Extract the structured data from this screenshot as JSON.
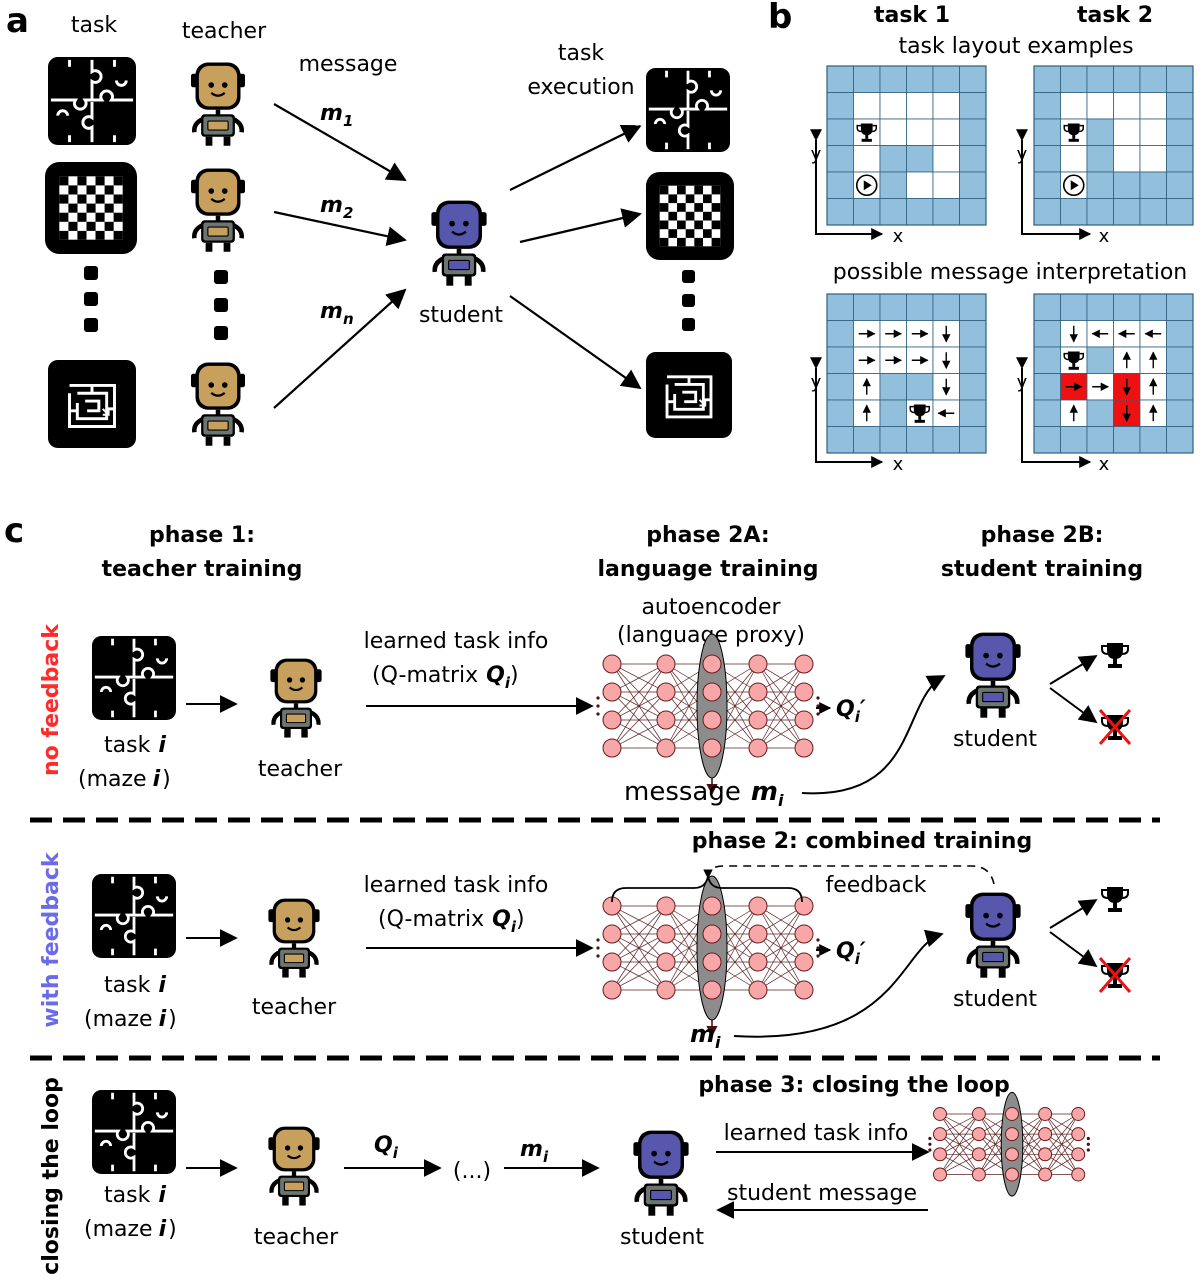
{
  "panel_a": {
    "label": "a",
    "col_task": "task",
    "col_teacher": "teacher",
    "col_message": "message",
    "msg_labels": [
      {
        "letter": "m",
        "sub": "1"
      },
      {
        "letter": "m",
        "sub": "2"
      },
      {
        "letter": "m",
        "sub": "n"
      }
    ],
    "student": "student",
    "exec_line1": "task",
    "exec_line2": "execution"
  },
  "panel_b": {
    "label": "b",
    "task1": "task 1",
    "task2": "task 2",
    "layout_title": "task layout examples",
    "interp_title": "possible message interpretation",
    "axis_x": "x",
    "axis_y": "y"
  },
  "panel_c": {
    "label": "c",
    "phase1_line1": "phase 1:",
    "phase1_line2": "teacher training",
    "phase2a_line1": "phase 2A:",
    "phase2a_line2": "language training",
    "phase2b_line1": "phase 2B:",
    "phase2b_line2": "student training",
    "row_labels": {
      "no_feedback": "no feedback",
      "with_feedback": "with feedback",
      "closing": "closing the loop"
    },
    "colors": {
      "no_feedback": "#ff2a2a",
      "with_feedback": "#6b6bea",
      "grid_blue": "#92c0dc",
      "grid_red": "#ee1111",
      "node_pink": "#f7a7a7",
      "latent_gray": "#8c8c8c",
      "teacher_head": "#c8a05e",
      "student_head": "#5657ad"
    },
    "task_line1": "task",
    "task_i": "i",
    "maze_open": "(maze",
    "maze_close": ")",
    "teacher": "teacher",
    "student": "student",
    "learned_task_info": "learned task info",
    "qmatrix_open": "(Q-matrix",
    "q_letter": "Q",
    "sub_i": "i",
    "qprime": "Q",
    "prime": "′",
    "autoencoder": "autoencoder",
    "language_proxy": "(language proxy)",
    "message_word": "message",
    "m_letter": "m",
    "phase2_combined": "phase 2: combined training",
    "feedback": "feedback",
    "phase3": "phase 3: closing the loop",
    "ellipsis": "(...)",
    "learned_task_info_short": "learned task info",
    "student_message": "student message"
  }
}
